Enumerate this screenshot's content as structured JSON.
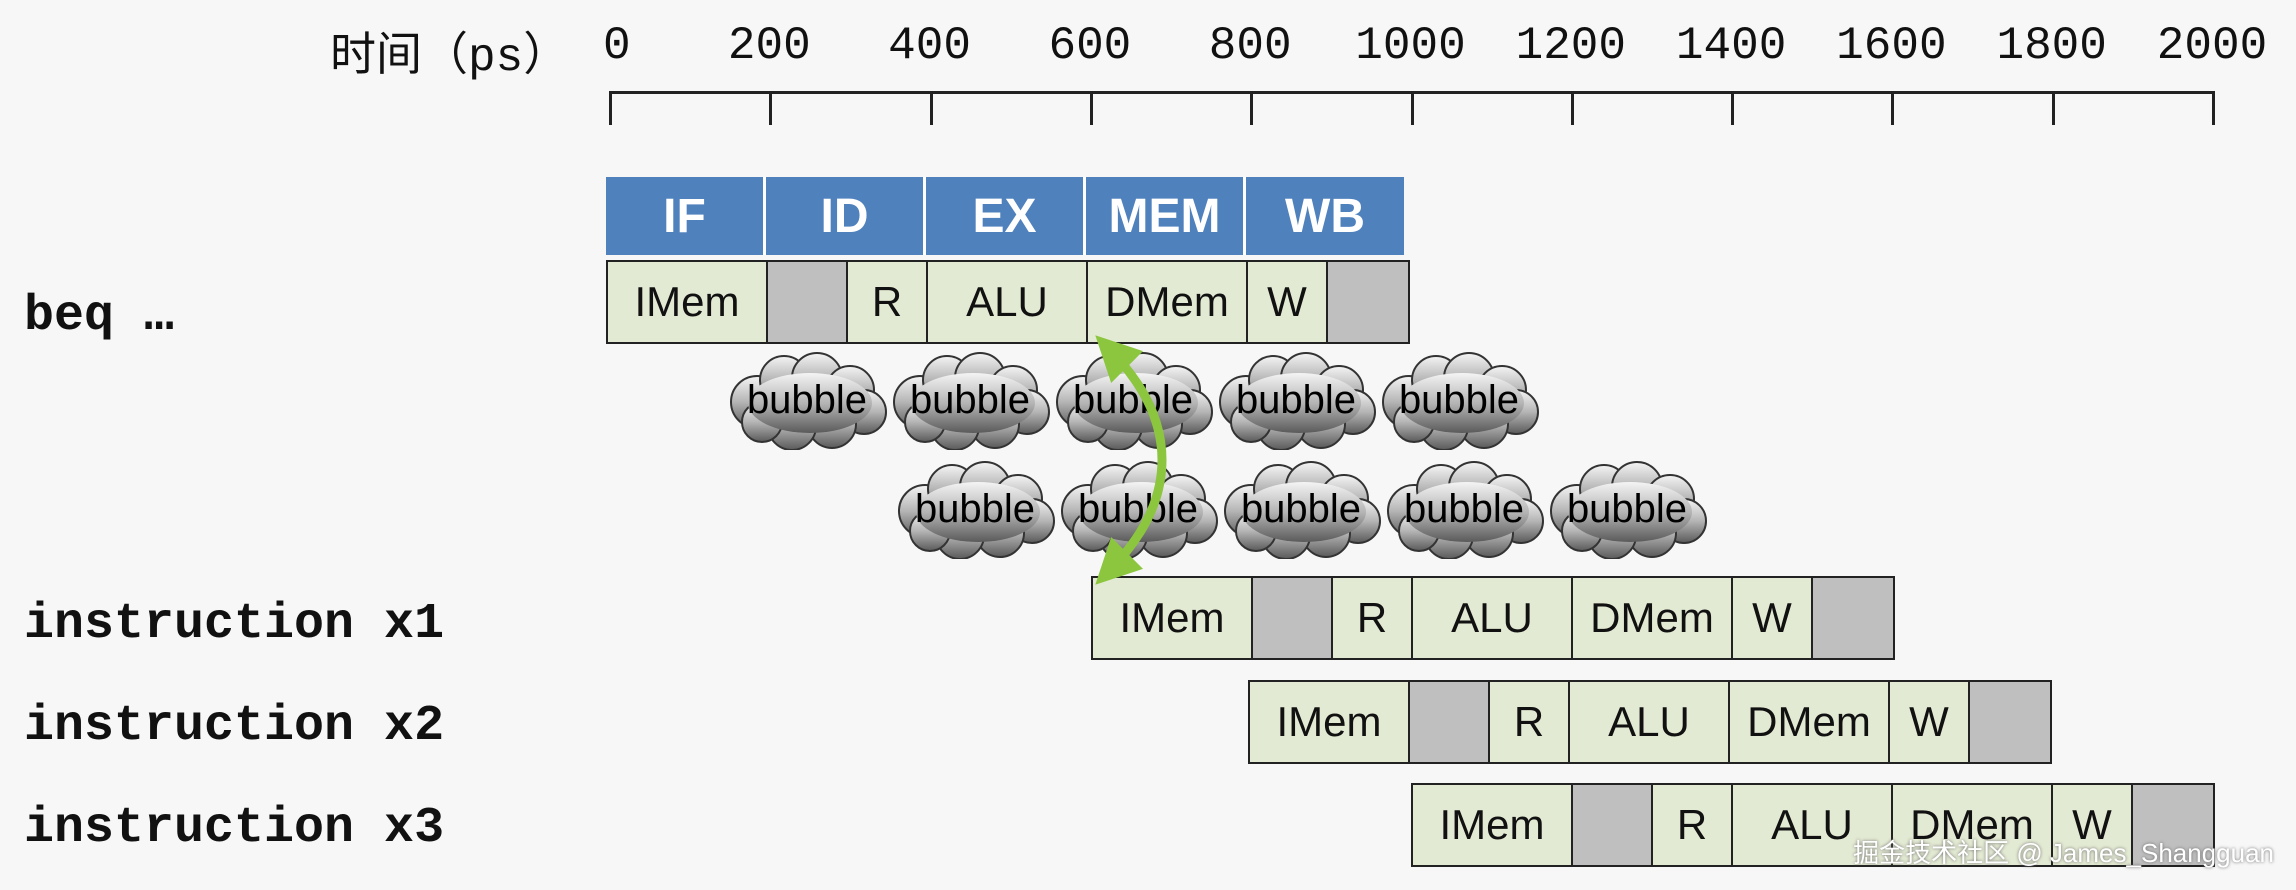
{
  "axis": {
    "title_main": "时间（",
    "title_unit": "ps",
    "title_close": "）",
    "ticks": [
      "0",
      "200",
      "400",
      "600",
      "800",
      "1000",
      "1200",
      "1400",
      "1600",
      "1800",
      "2000"
    ]
  },
  "stages": [
    "IF",
    "ID",
    "EX",
    "MEM",
    "WB"
  ],
  "rows": [
    {
      "label": "beq …",
      "cells": [
        {
          "text": "IMem",
          "gray": false
        },
        {
          "text": "",
          "gray": true
        },
        {
          "text": "R",
          "gray": false
        },
        {
          "text": "ALU",
          "gray": false
        },
        {
          "text": "DMem",
          "gray": false
        },
        {
          "text": "W",
          "gray": false
        },
        {
          "text": "",
          "gray": true
        }
      ]
    },
    {
      "label": "instruction x1",
      "cells": [
        {
          "text": "IMem",
          "gray": false
        },
        {
          "text": "",
          "gray": true
        },
        {
          "text": "R",
          "gray": false
        },
        {
          "text": "ALU",
          "gray": false
        },
        {
          "text": "DMem",
          "gray": false
        },
        {
          "text": "W",
          "gray": false
        },
        {
          "text": "",
          "gray": true
        }
      ]
    },
    {
      "label": "instruction x2",
      "cells": [
        {
          "text": "IMem",
          "gray": false
        },
        {
          "text": "",
          "gray": true
        },
        {
          "text": "R",
          "gray": false
        },
        {
          "text": "ALU",
          "gray": false
        },
        {
          "text": "DMem",
          "gray": false
        },
        {
          "text": "W",
          "gray": false
        },
        {
          "text": "",
          "gray": true
        }
      ]
    },
    {
      "label": "instruction x3",
      "cells": [
        {
          "text": "IMem",
          "gray": false
        },
        {
          "text": "",
          "gray": true
        },
        {
          "text": "R",
          "gray": false
        },
        {
          "text": "ALU",
          "gray": false
        },
        {
          "text": "DMem",
          "gray": false
        },
        {
          "text": "W",
          "gray": false
        },
        {
          "text": "",
          "gray": true
        }
      ]
    }
  ],
  "bubble_rows": [
    [
      "bubble",
      "bubble",
      "bubble",
      "bubble",
      "bubble"
    ],
    [
      "bubble",
      "bubble",
      "bubble",
      "bubble",
      "bubble"
    ]
  ],
  "colors": {
    "stage_header": "#4f81bd",
    "cell_fill": "#e3ead3",
    "cell_gray": "#bfbfbf",
    "arrow": "#8cc63f"
  },
  "watermark": "掘金技术社区 @ James_Shangguan"
}
